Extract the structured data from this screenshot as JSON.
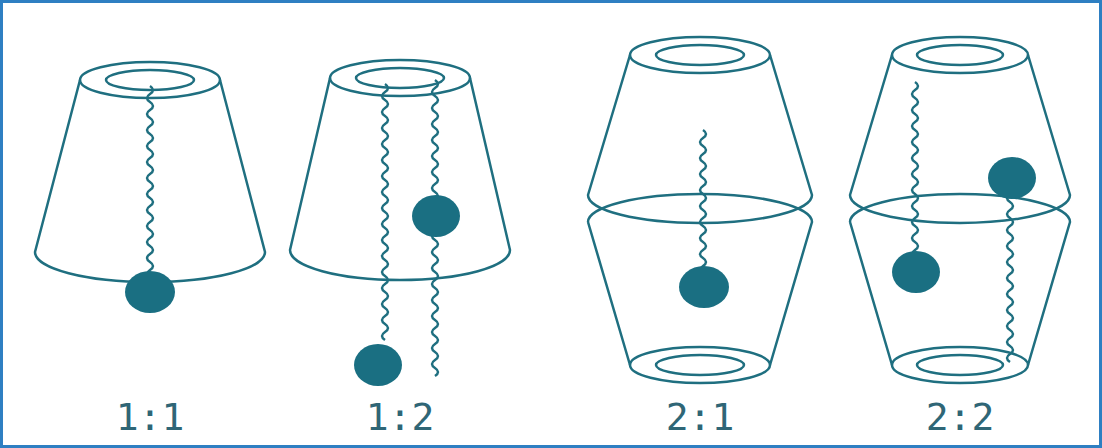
{
  "diagram": {
    "labels": [
      "1:1",
      "1:2",
      "2:1",
      "2:2"
    ]
  }
}
